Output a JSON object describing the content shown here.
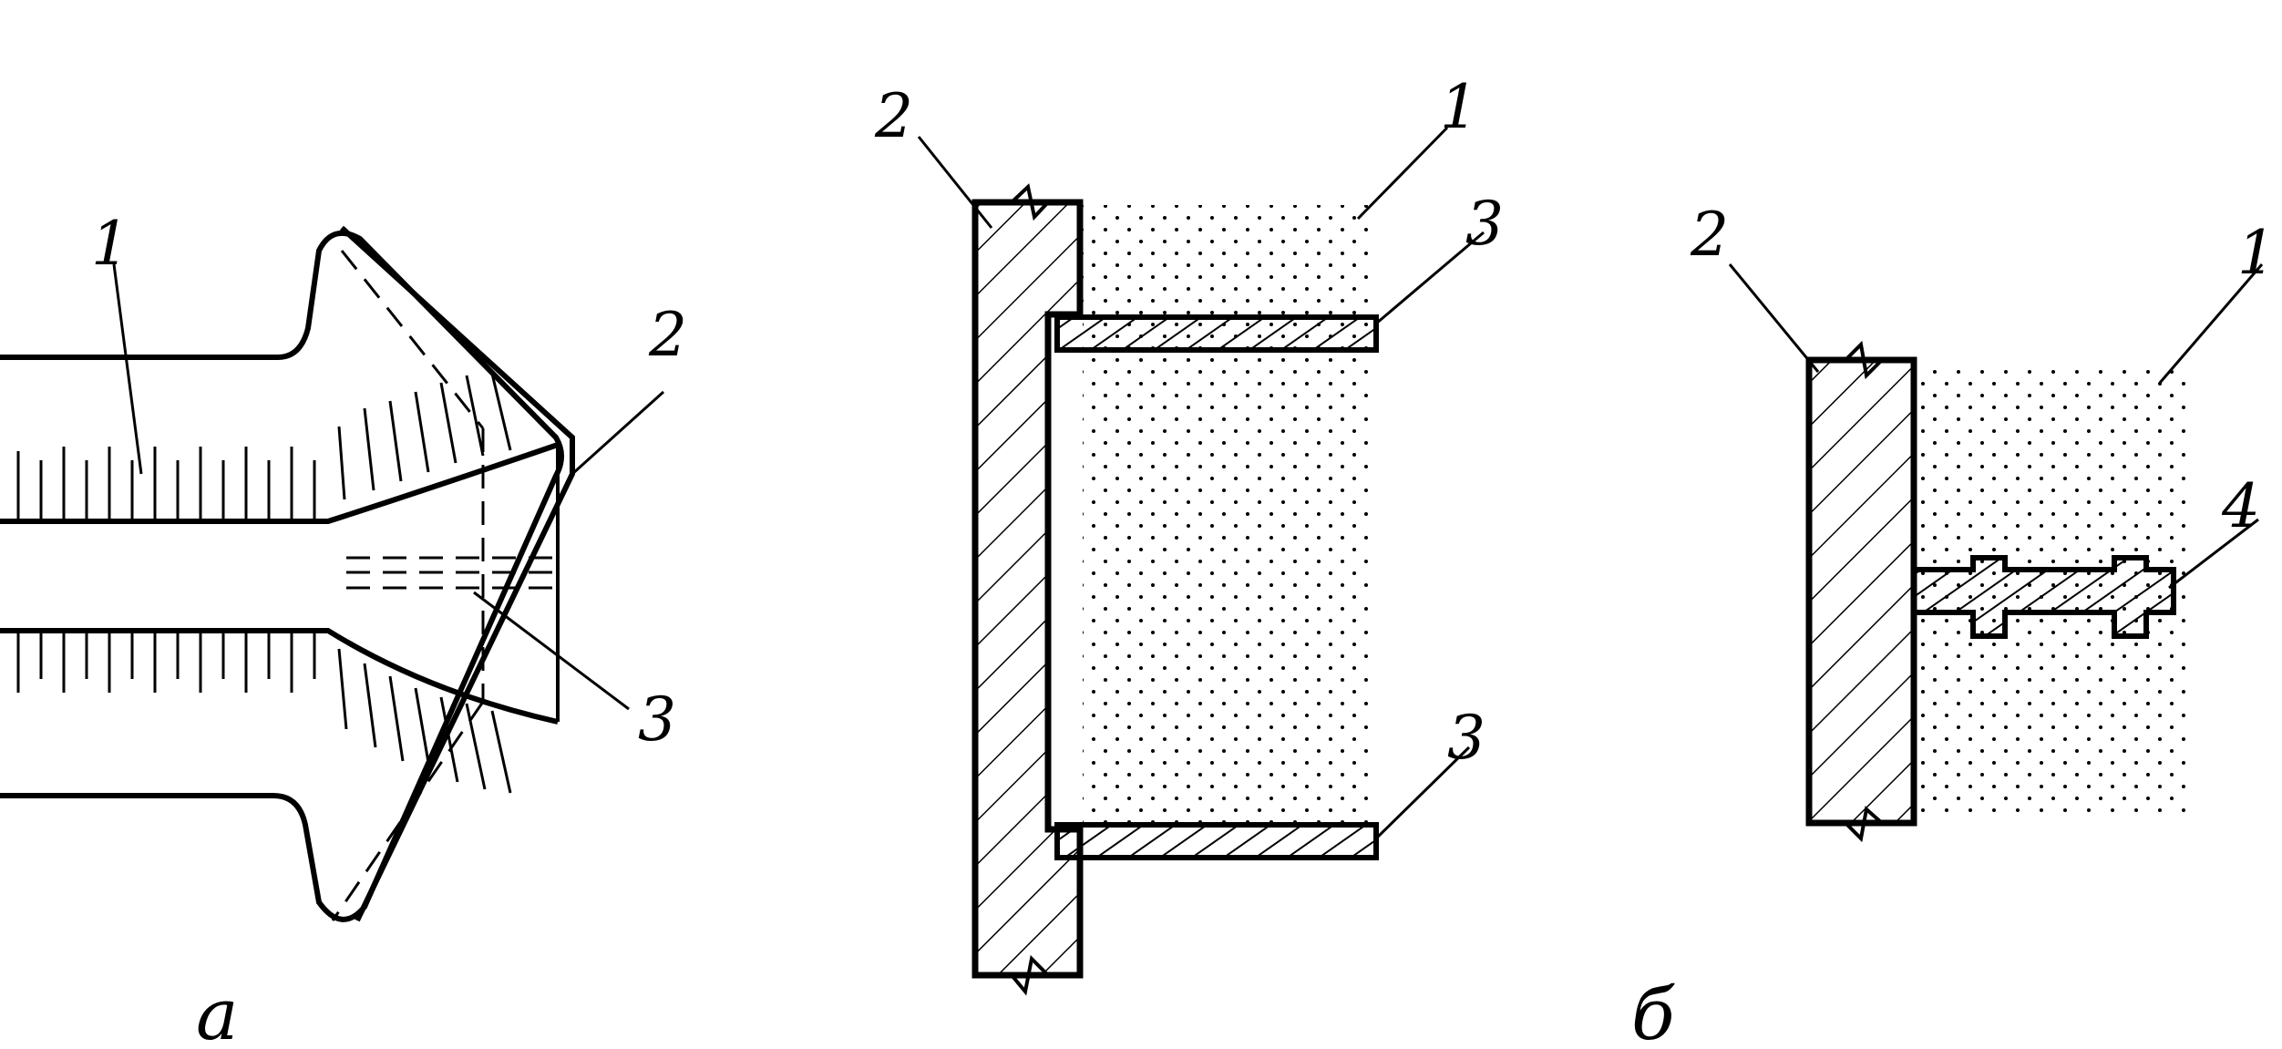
{
  "figure_a": {
    "caption": "а",
    "labels": {
      "tube": "1",
      "tip_cover": "2",
      "insert": "3"
    }
  },
  "figure_b_left": {
    "labels": {
      "wall": "2",
      "insulation": "1",
      "plate_top": "3",
      "plate_bottom": "3"
    }
  },
  "figure_b_right": {
    "caption": "б",
    "labels": {
      "wall": "2",
      "insulation": "1",
      "anchor": "4"
    }
  },
  "colors": {
    "ink": "#000000",
    "paper": "#ffffff"
  }
}
